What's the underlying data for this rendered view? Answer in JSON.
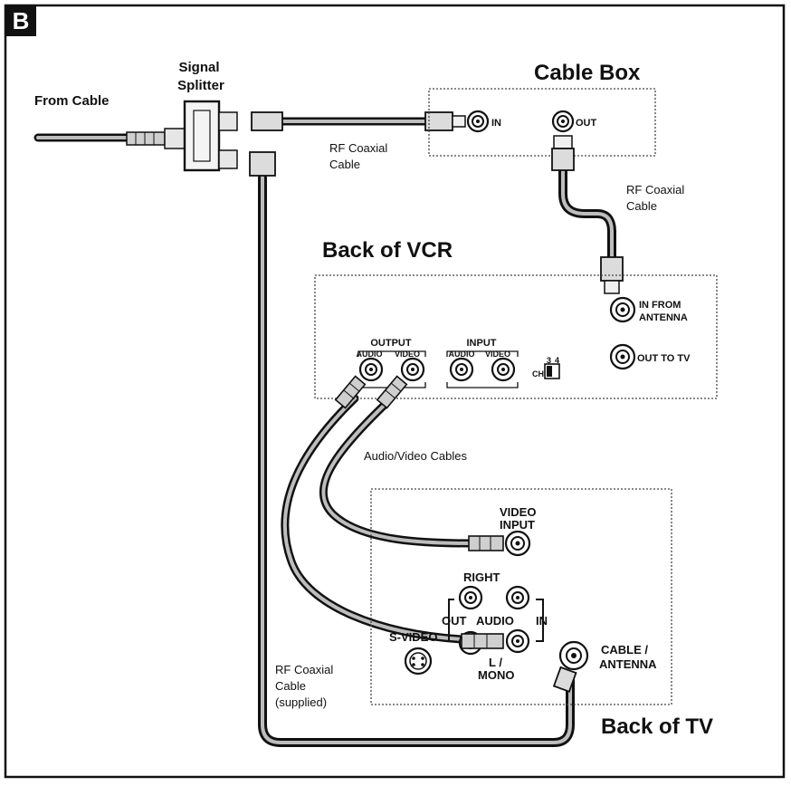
{
  "panel_badge": "B",
  "labels": {
    "from_cable": "From Cable",
    "splitter_line1": "Signal",
    "splitter_line2": "Splitter",
    "cable_box_title": "Cable Box",
    "cable_box_in": "IN",
    "cable_box_out": "OUT",
    "rf1_line1": "RF Coaxial",
    "rf1_line2": "Cable",
    "rf2_line1": "RF Coaxial",
    "rf2_line2": "Cable",
    "vcr_title": "Back of VCR",
    "vcr_output": "OUTPUT",
    "vcr_input": "INPUT",
    "vcr_out_audio": "AUDIO",
    "vcr_out_video": "VIDEO",
    "vcr_in_audio": "AUDIO",
    "vcr_in_video": "VIDEO",
    "vcr_ch": "CH",
    "vcr_ch3": "3",
    "vcr_ch4": "4",
    "vcr_in_antenna_1": "IN FROM",
    "vcr_in_antenna_2": "ANTENNA",
    "vcr_out_tv": "OUT TO TV",
    "av_cables": "Audio/Video Cables",
    "tv_video_input_1": "VIDEO",
    "tv_video_input_2": "INPUT",
    "tv_right": "RIGHT",
    "tv_out": "OUT",
    "tv_audio": "AUDIO",
    "tv_in": "IN",
    "tv_svideo": "S-VIDEO",
    "tv_lmono_1": "L /",
    "tv_lmono_2": "MONO",
    "tv_cable_ant_1": "CABLE /",
    "tv_cable_ant_2": "ANTENNA",
    "rf3_line1": "RF Coaxial",
    "rf3_line2": "Cable",
    "rf3_line3": "(supplied)",
    "tv_title": "Back of TV"
  }
}
